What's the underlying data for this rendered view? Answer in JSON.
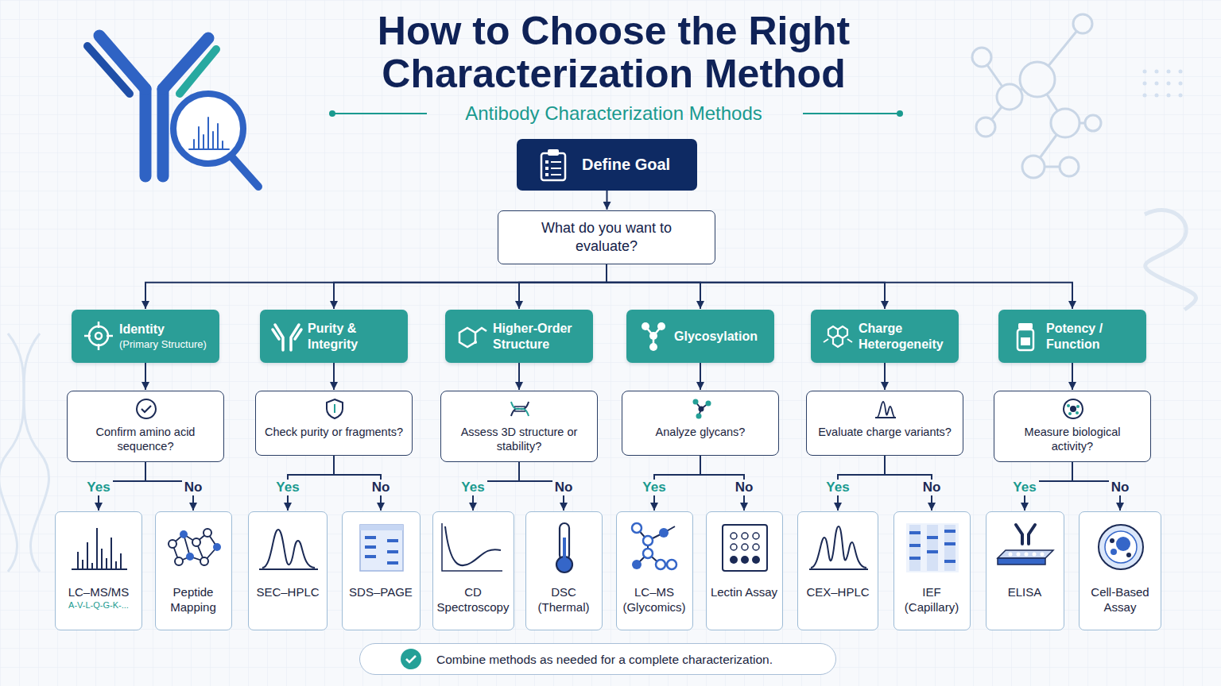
{
  "diagram": {
    "title": "How to Choose the Right Characterization Method",
    "nodes": [
      {
        "text": [
          "Define Goal"
        ]
      },
      {
        "text": [
          "What do you want to evaluate?"
        ]
      },
      {
        "text": [
          "Identity",
          "(Primary Structure)"
        ]
      },
      {
        "text": [
          "Purity & Integrity"
        ]
      },
      {
        "text": [
          "Higher-Order Structure"
        ]
      },
      {
        "text": [
          "Glycosylation"
        ]
      },
      {
        "text": [
          "Charge Heterogeneity"
        ]
      },
      {
        "text": [
          "Potency / Function"
        ]
      },
      {
        "text": [
          "Confirm amino acid sequence?"
        ]
      },
      {
        "text": [
          "Check purity or fragments?"
        ]
      },
      {
        "text": [
          "Assess 3D structure or stability?"
        ]
      },
      {
        "text": [
          "Analyze glycans?"
        ]
      },
      {
        "text": [
          "Evaluate charge variants?"
        ]
      },
      {
        "text": [
          "Measure biological activity?"
        ]
      },
      {
        "text": [
          "LC–MS/MS",
          "A-V-L-Q-G-K-..."
        ]
      },
      {
        "text": [
          "Peptide Mapping"
        ]
      },
      {
        "text": [
          "SEC–HPLC"
        ]
      },
      {
        "text": [
          "SDS–PAGE"
        ]
      },
      {
        "text": [
          "CD Spectroscopy"
        ]
      },
      {
        "text": [
          "DSC (Thermal)"
        ]
      },
      {
        "text": [
          "LC–MS (Glycomics)"
        ]
      },
      {
        "text": [
          "Lectin Assay"
        ]
      },
      {
        "text": [
          "CEX–HPLC"
        ]
      },
      {
        "text": [
          "IEF (Capillary)"
        ]
      },
      {
        "text": [
          "ELISA"
        ]
      },
      {
        "text": [
          "Cell-Based Assay"
        ]
      },
      {
        "text": [
          "Combine methods as needed for a complete characterization."
        ]
      }
    ],
    "edges": [
      {
        "from": 0,
        "to": 1,
        "arrow": "to"
      },
      {
        "from": 1,
        "to": 2,
        "arrow": "to"
      },
      {
        "from": 1,
        "to": 3,
        "arrow": "to"
      },
      {
        "from": 1,
        "to": 4,
        "arrow": "to"
      },
      {
        "from": 1,
        "to": 5,
        "arrow": "to"
      },
      {
        "from": 1,
        "to": 6,
        "arrow": "to"
      },
      {
        "from": 1,
        "to": 7,
        "arrow": "to"
      },
      {
        "from": 2,
        "to": 8,
        "arrow": "to"
      },
      {
        "from": 3,
        "to": 9,
        "arrow": "to"
      },
      {
        "from": 4,
        "to": 10,
        "arrow": "to"
      },
      {
        "from": 5,
        "to": 11,
        "arrow": "to"
      },
      {
        "from": 6,
        "to": 12,
        "arrow": "to"
      },
      {
        "from": 7,
        "to": 13,
        "arrow": "to"
      },
      {
        "from": 8,
        "to": 14,
        "label": "Yes",
        "arrow": "to"
      },
      {
        "from": 8,
        "to": 15,
        "label": "No",
        "arrow": "to"
      },
      {
        "from": 9,
        "to": 16,
        "label": "Yes",
        "arrow": "to"
      },
      {
        "from": 9,
        "to": 17,
        "label": "No",
        "arrow": "to"
      },
      {
        "from": 10,
        "to": 18,
        "label": "Yes",
        "arrow": "to"
      },
      {
        "from": 10,
        "to": 19,
        "label": "No",
        "arrow": "to"
      },
      {
        "from": 11,
        "to": 20,
        "label": "Yes",
        "arrow": "to"
      },
      {
        "from": 11,
        "to": 21,
        "label": "No",
        "arrow": "to"
      },
      {
        "from": 12,
        "to": 22,
        "label": "Yes",
        "arrow": "to"
      },
      {
        "from": 12,
        "to": 23,
        "label": "No",
        "arrow": "to"
      },
      {
        "from": 13,
        "to": 24,
        "label": "Yes",
        "arrow": "to"
      },
      {
        "from": 13,
        "to": 25,
        "label": "No",
        "arrow": "to"
      }
    ],
    "labels": [
      "Antibody Characterization Methods"
    ]
  }
}
